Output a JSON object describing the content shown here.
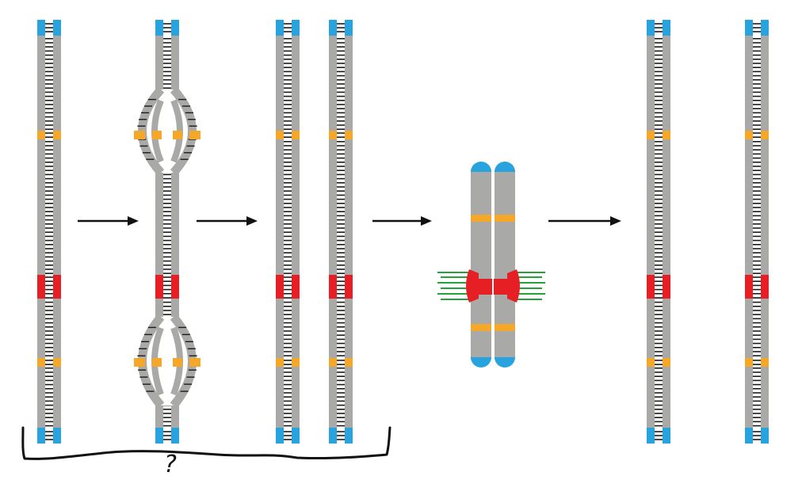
{
  "colors": {
    "strand": "#a9aaa7",
    "rung": "#1a1a1a",
    "telomere": "#29a3dd",
    "centromere": "#e51f24",
    "marker": "#f4a728",
    "spindle": "#23a13a",
    "arrow": "#111111"
  },
  "stages": [
    {
      "name": "parent-dna"
    },
    {
      "name": "replicating-dna"
    },
    {
      "name": "sister-dna-left"
    },
    {
      "name": "sister-dna-right"
    },
    {
      "name": "mitotic-chromosome"
    },
    {
      "name": "daughter-dna-left"
    },
    {
      "name": "daughter-dna-right"
    }
  ],
  "bracket": {
    "label": "?"
  }
}
